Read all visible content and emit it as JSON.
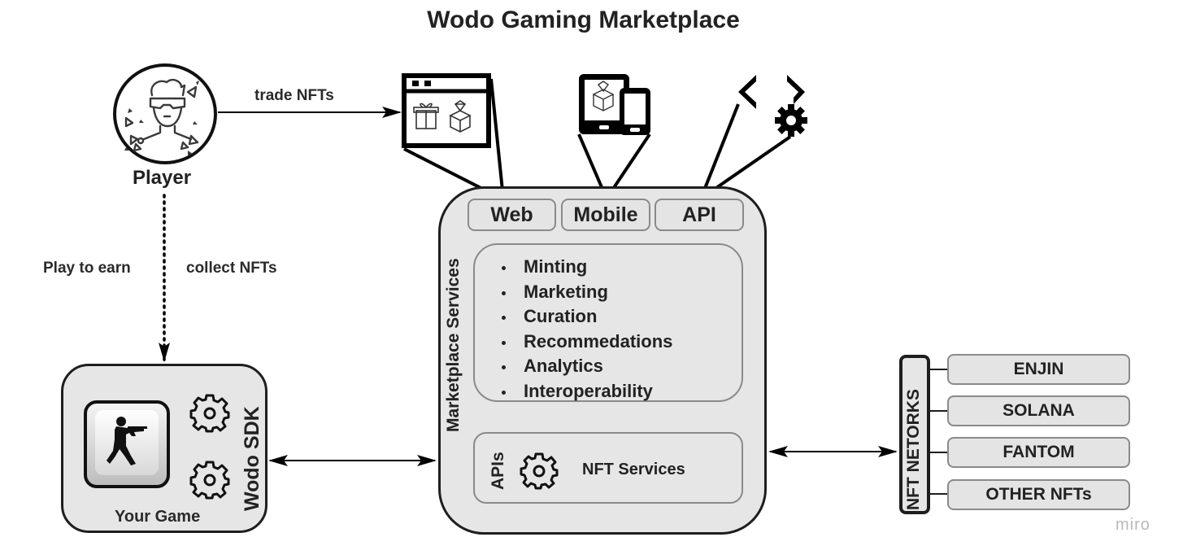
{
  "title": "Wodo Gaming Marketplace",
  "player": {
    "label": "Player",
    "icon": "vr-player-icon"
  },
  "edges": {
    "trade": "trade NFTs",
    "play_to_earn": "Play to earn",
    "collect": "collect NFTs"
  },
  "channels": {
    "web": {
      "label": "Web",
      "icon": "web-browser-icon"
    },
    "mobile": {
      "label": "Mobile",
      "icon": "mobile-devices-icon"
    },
    "api": {
      "label": "API",
      "icon": "code-gear-icon"
    }
  },
  "marketplace": {
    "label": "Marketplace Services",
    "services": [
      "Minting",
      "Marketing",
      "Curation",
      "Recommedations",
      "Analytics",
      "Interoperability"
    ],
    "apis": {
      "label": "APIs",
      "name": "NFT Services",
      "icon": "gear-icon"
    }
  },
  "game": {
    "label": "Your Game",
    "sdk_label": "Wodo SDK",
    "icon": "shooter-game-icon"
  },
  "networks": {
    "label": "NFT NETORKS",
    "items": [
      "ENJIN",
      "SOLANA",
      "FANTOM",
      "OTHER NFTs"
    ]
  },
  "watermark": "miro",
  "colors": {
    "fill": "#e6e6e6",
    "stroke": "#1e1e1e",
    "inner_stroke": "#8a8a8a",
    "text": "#222222",
    "watermark": "#b8b8c0"
  }
}
